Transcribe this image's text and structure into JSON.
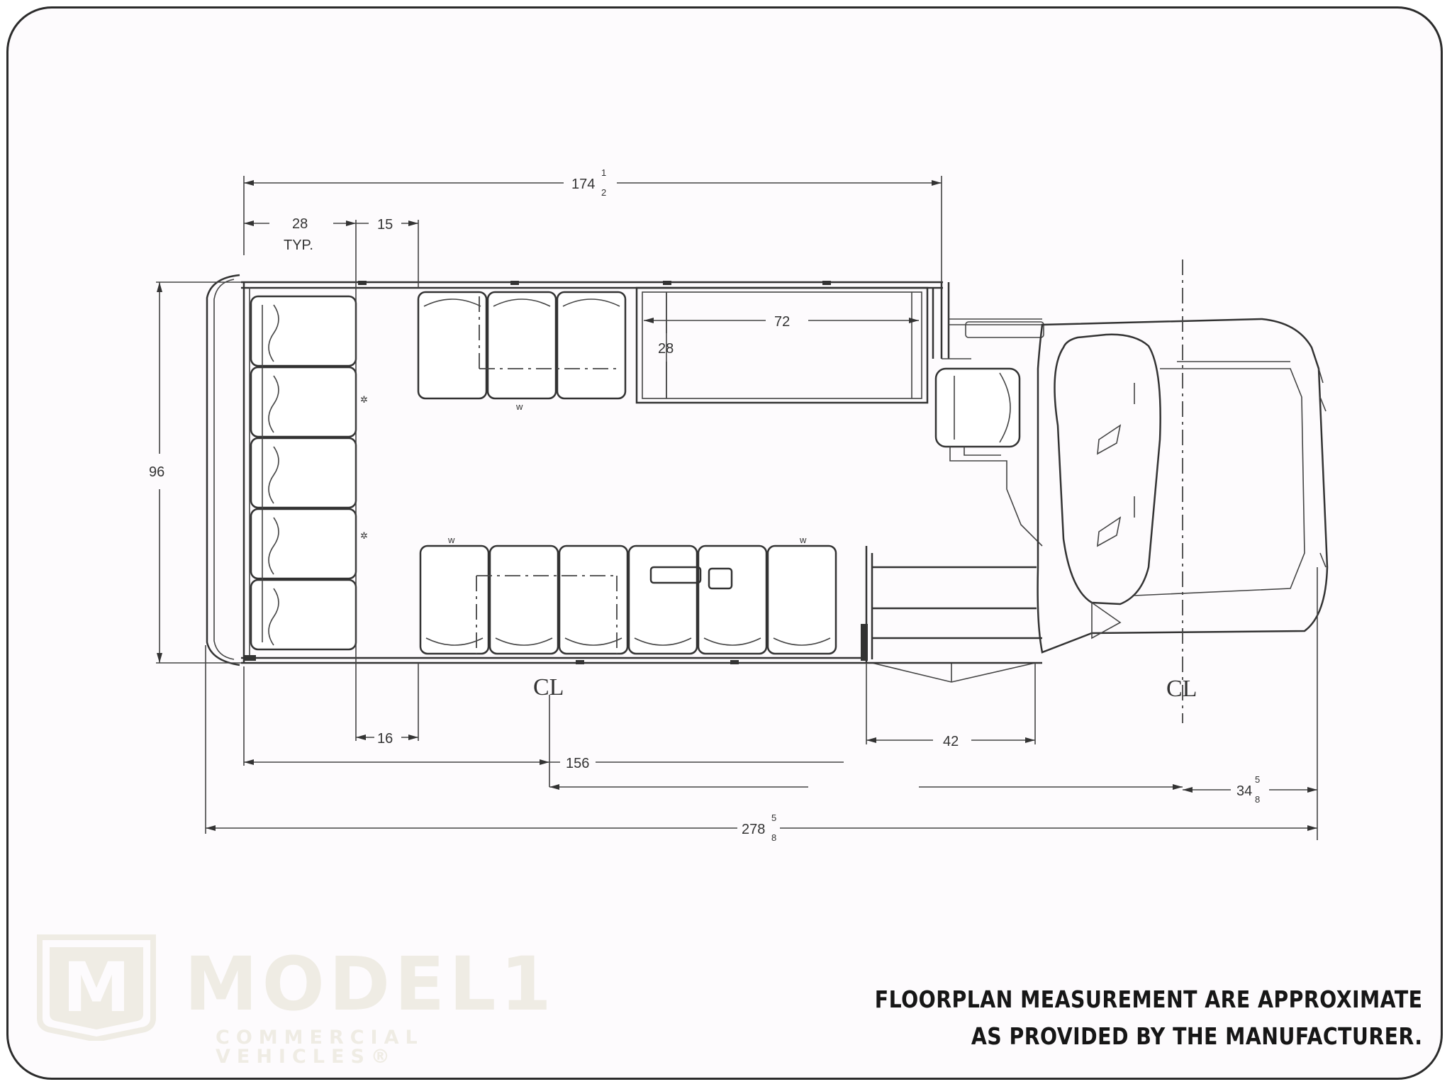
{
  "dimensions": {
    "overall_roof_length": "174",
    "overall_roof_length_frac_num": "1",
    "overall_roof_length_frac_den": "2",
    "rear_seat_depth": "28",
    "rear_seat_depth_note": "TYP.",
    "aisle_gap_top": "15",
    "aisle_gap_bottom": "16",
    "interior_width": "96",
    "side_bench_length": "72",
    "side_bench_depth": "28",
    "centerline_rear": "156",
    "door_width": "42",
    "front_overhang": "34",
    "front_overhang_frac_num": "5",
    "front_overhang_frac_den": "8",
    "overall_length": "278",
    "overall_length_frac_num": "5",
    "overall_length_frac_den": "8"
  },
  "centerline_label": "CL",
  "logo": {
    "mark": "M",
    "wordmark": "MODEL1",
    "subtitle": "COMMERCIAL VEHICLES®"
  },
  "note": {
    "line1": "FLOORPLAN MEASUREMENT ARE APPROXIMATE",
    "line2": "AS PROVIDED BY THE MANUFACTURER."
  },
  "colors": {
    "line": "#333333",
    "frame_border": "#2b2b2b",
    "logo_watermark": "#efece4",
    "note_text": "#161616"
  }
}
